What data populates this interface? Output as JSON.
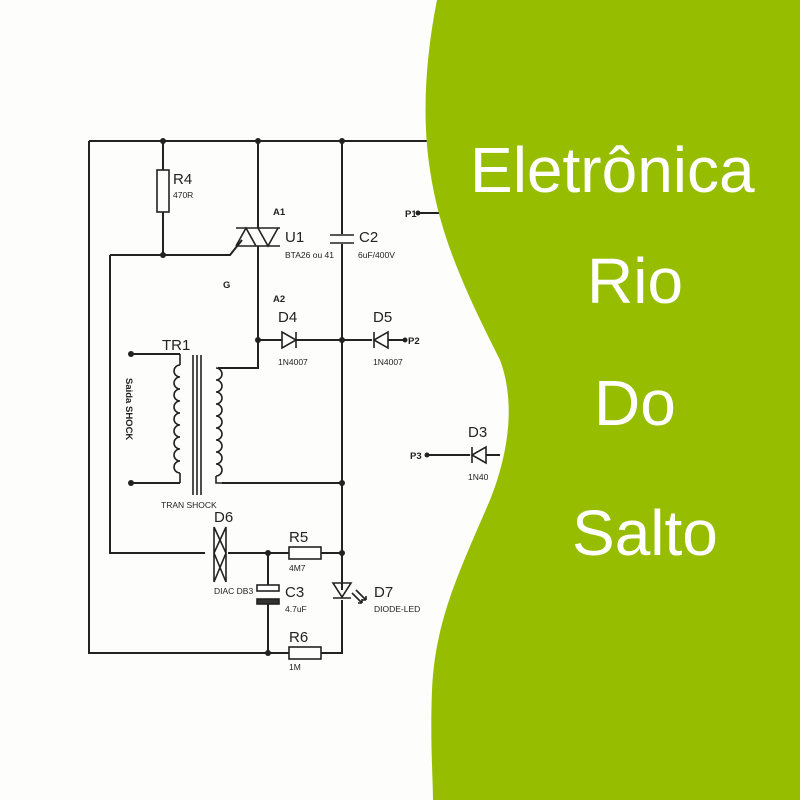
{
  "banner": {
    "color": "#97bd00",
    "lines": [
      "Eletrônica",
      "Rio",
      "Do",
      "Salto"
    ]
  },
  "schematic": {
    "R4": {
      "name": "R4",
      "value": "470R"
    },
    "U1": {
      "name": "U1",
      "value": "BTA26 ou 41",
      "a1": "A1",
      "a2": "A2",
      "g": "G"
    },
    "C2": {
      "name": "C2",
      "value": "6uF/400V"
    },
    "D4": {
      "name": "D4",
      "value": "1N4007"
    },
    "D5": {
      "name": "D5",
      "value": "1N4007"
    },
    "D3": {
      "name": "D3",
      "value": "1N40"
    },
    "TR1": {
      "name": "TR1",
      "value": "TRAN SHOCK",
      "output": "Saida SHOCK"
    },
    "D6": {
      "name": "D6",
      "value": "DIAC DB3"
    },
    "R5": {
      "name": "R5",
      "value": "4M7"
    },
    "C3": {
      "name": "C3",
      "value": "4.7uF"
    },
    "D7": {
      "name": "D7",
      "value": "DIODE-LED"
    },
    "R6": {
      "name": "R6",
      "value": "1M"
    },
    "ports": {
      "p1": "P1",
      "p2": "P2",
      "p3": "P3"
    }
  }
}
